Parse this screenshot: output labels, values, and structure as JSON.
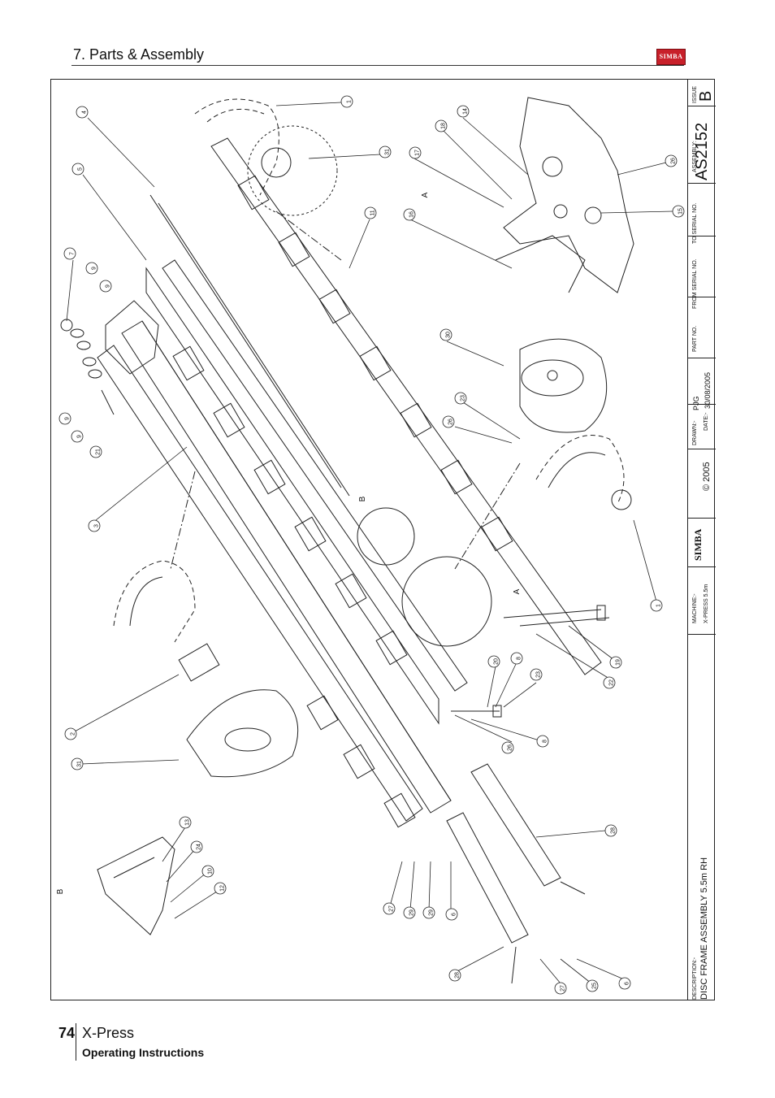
{
  "header": {
    "section_title": "7. Parts & Assembly",
    "logo_text": "SIMBA"
  },
  "footer": {
    "page_number": "74",
    "product": "X-Press",
    "subtitle": "Operating Instructions"
  },
  "title_block": {
    "description_label": "DESCRIPTION:-",
    "description": "DISC FRAME ASSEMBLY 5.5m RH",
    "machine_label": "MACHINE:-",
    "machine": "X-PRESS 5.5m",
    "brand": "SIMBA",
    "copyright": "© 2005",
    "drawn_label": "DRAWN:-",
    "drawn": "PJG",
    "date_label": "DATE:-",
    "date": "30/08/2005",
    "part_no_label": "PART NO.",
    "from_serial_label": "FROM SERIAL NO.",
    "to_serial_label": "TO SERIAL NO.",
    "assembly_label": "ASSEMBLY:",
    "assembly": "AS2152",
    "issue_label": "ISSUE",
    "issue": "B"
  },
  "drawing": {
    "detail_labels": [
      "A",
      "B",
      "A",
      "B"
    ],
    "callouts": [
      "1",
      "4",
      "5",
      "31",
      "14",
      "18",
      "17",
      "26",
      "16",
      "15",
      "11",
      "7",
      "9",
      "9",
      "9",
      "9",
      "21",
      "30",
      "23",
      "26",
      "3",
      "B",
      "1",
      "2",
      "31",
      "20",
      "8",
      "23",
      "19",
      "22",
      "26",
      "8",
      "28",
      "13",
      "24",
      "10",
      "12",
      "27",
      "29",
      "29",
      "6",
      "28",
      "27",
      "25",
      "6"
    ]
  }
}
